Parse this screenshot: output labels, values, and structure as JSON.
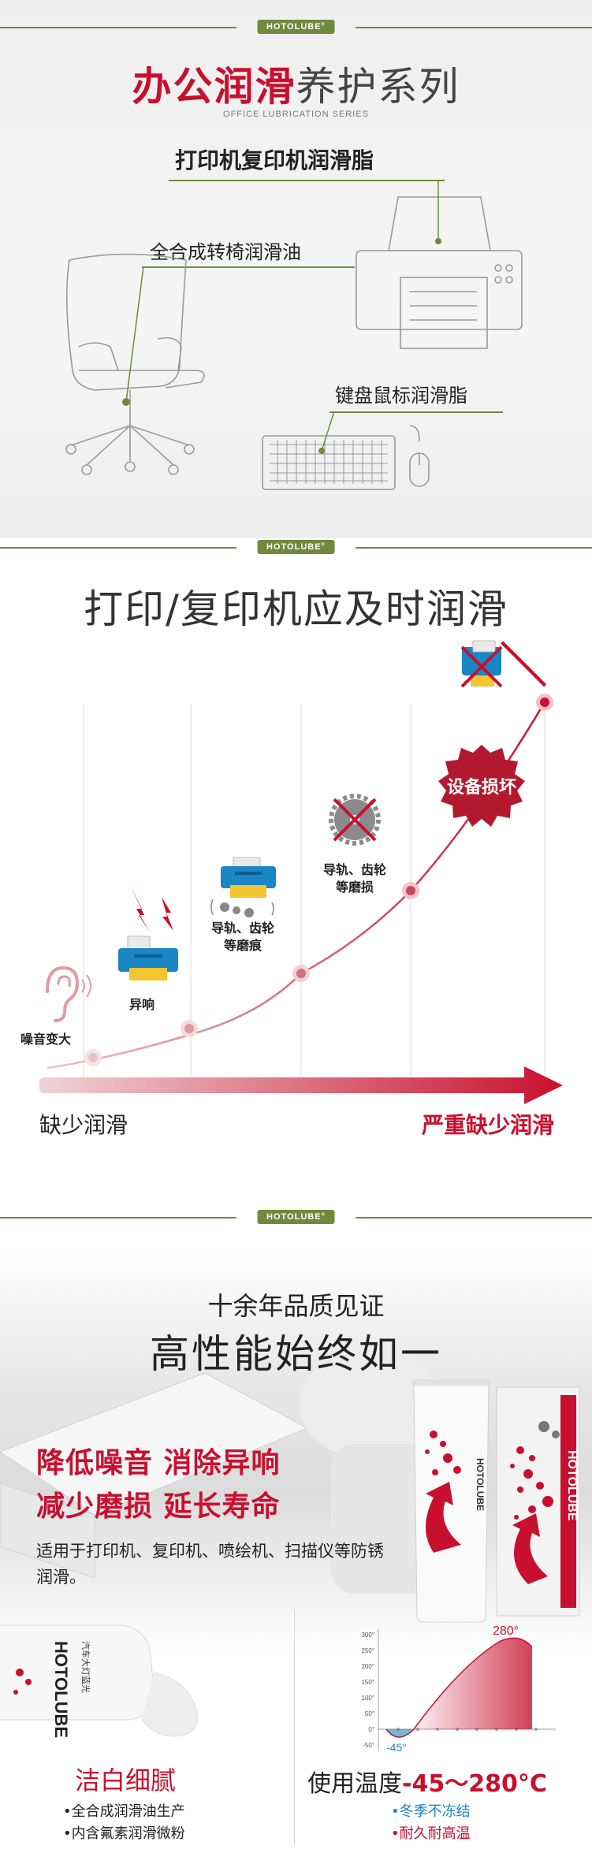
{
  "brand": {
    "name": "HOTOLUBE",
    "mark": "®"
  },
  "section1": {
    "title_red": "办公润滑",
    "title_grey": "养护系列",
    "subtitle": "OFFICE LUBRICATION SERIES",
    "label_printer": "打印机复印机润滑脂",
    "label_chair": "全合成转椅润滑油",
    "label_keyboard": "键盘鼠标润滑脂"
  },
  "section2": {
    "title": "打印/复印机应及时润滑",
    "stage_1": "噪音变大",
    "stage_2": "异响",
    "stage_3_line1": "导轨、齿轮",
    "stage_3_line2": "等磨痕",
    "stage_4_line1": "导轨、齿轮",
    "stage_4_line2": "等磨损",
    "badge": "设备损坏",
    "axis_left": "缺少润滑",
    "axis_right": "严重缺少润滑"
  },
  "section3": {
    "line1": "十余年品质见证",
    "line2": "高性能始终如一",
    "slogan_row1": "降低噪音  消除异响",
    "slogan_row2": "减少磨损  延长寿命",
    "description": "适用于打印机、复印机、喷绘机、扫描仪等防锈润滑。",
    "tube_brand": "HOTOLUBE",
    "box_brand": "HOTOLUBE",
    "bottle_label": "汽车大灯蓝光",
    "left_title": "洁白细腻",
    "left_bullets": [
      "•全合成润滑油生产",
      "•内含氟素润滑微粉"
    ],
    "right_title_prefix": "使用温度",
    "right_title_temp": "-45～280°C",
    "right_bullets": [
      "•冬季不冻结",
      "•耐久耐高温"
    ],
    "temp_chart_labels": [
      "300°",
      "250°",
      "200°",
      "150°",
      "100°",
      "50°",
      "0°",
      "-50°"
    ],
    "temp_high": "280°",
    "temp_low": "-45°"
  },
  "colors": {
    "accent_red": "#c8102e",
    "brand_green": "#6f8a3c",
    "printer_blue": "#1a86c6",
    "printer_yellow": "#f4c531"
  }
}
